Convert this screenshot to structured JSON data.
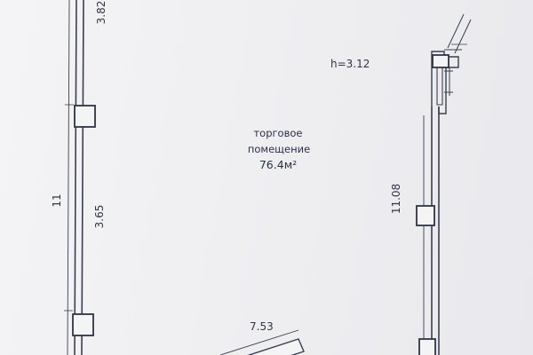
{
  "plan": {
    "room_name_line1": "торговое",
    "room_name_line2": "помещение",
    "room_area": "76.4м²",
    "ceiling_height": "h=3.12",
    "dim_left_top": "3.82",
    "dim_left_mid": "3.65",
    "dim_right": "11.08",
    "dim_bottom": "7.53",
    "marker_left": "11"
  }
}
